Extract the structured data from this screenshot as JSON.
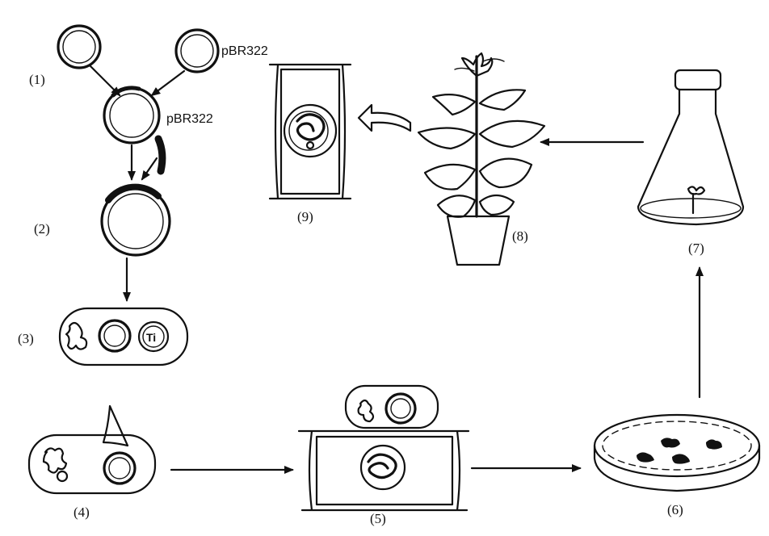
{
  "labels": {
    "plasmid_top": "pBR322",
    "plasmid_mid": "pBR322",
    "step1": "(1)",
    "step2": "(2)",
    "step3": "(3)",
    "step4": "(4)",
    "step5": "(5)",
    "step6": "(6)",
    "step7": "(7)",
    "step8": "(8)",
    "step9": "(9)",
    "ti": "Ti"
  },
  "colors": {
    "ink": "#111111",
    "paper": "#ffffff"
  }
}
